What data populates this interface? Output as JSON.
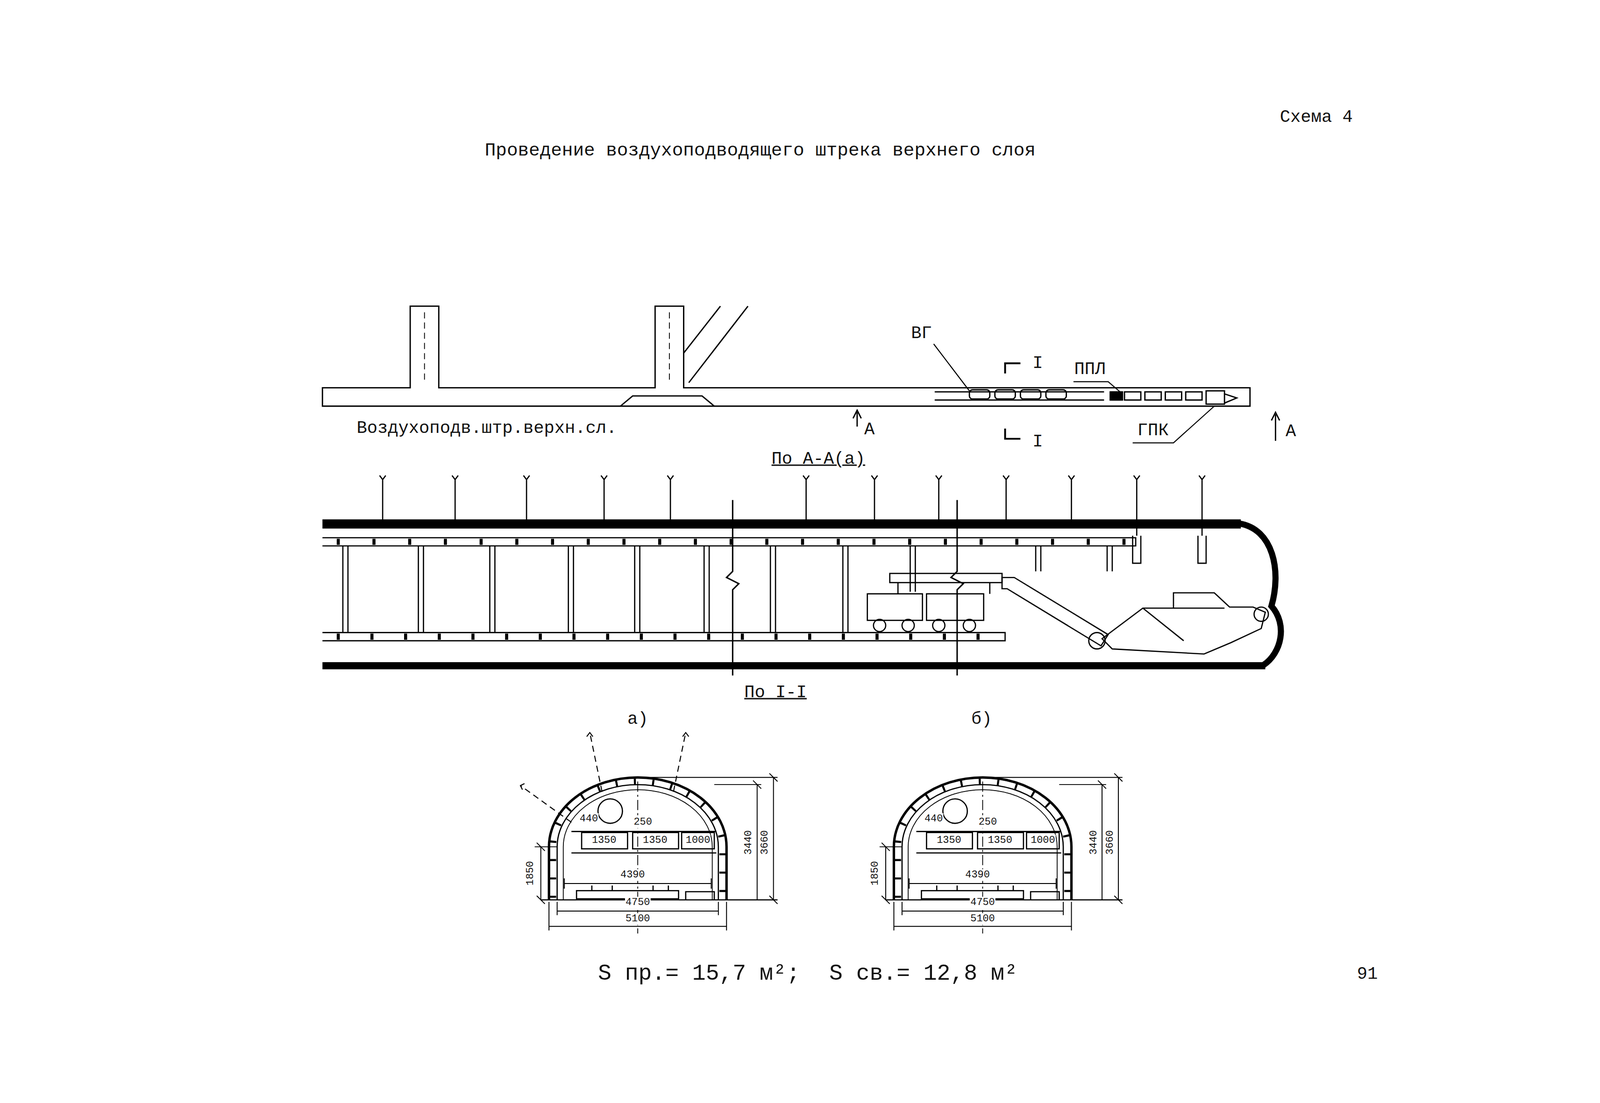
{
  "diagram": {
    "title": "Проведение воздухоподводящего штрека верхнего слоя",
    "labels": [
      "Схема 4",
      "ВГ",
      "I",
      "ППЛ",
      "А",
      "Воздухоподв.штр.верхн.сл.",
      "I",
      "ГПК",
      "А",
      "По А-А(а)",
      "По I-I",
      "а)",
      "б)",
      "440",
      "250",
      "1350",
      "1350",
      "1000",
      "4390",
      "4750",
      "5100",
      "1850",
      "3440",
      "3660",
      "440",
      "250",
      "1350",
      "1350",
      "1000",
      "4390",
      "4750",
      "5100",
      "1850",
      "3440",
      "3660",
      "S пр.= 15,7 м²;",
      "S св.= 12,8 м²",
      "91"
    ]
  }
}
